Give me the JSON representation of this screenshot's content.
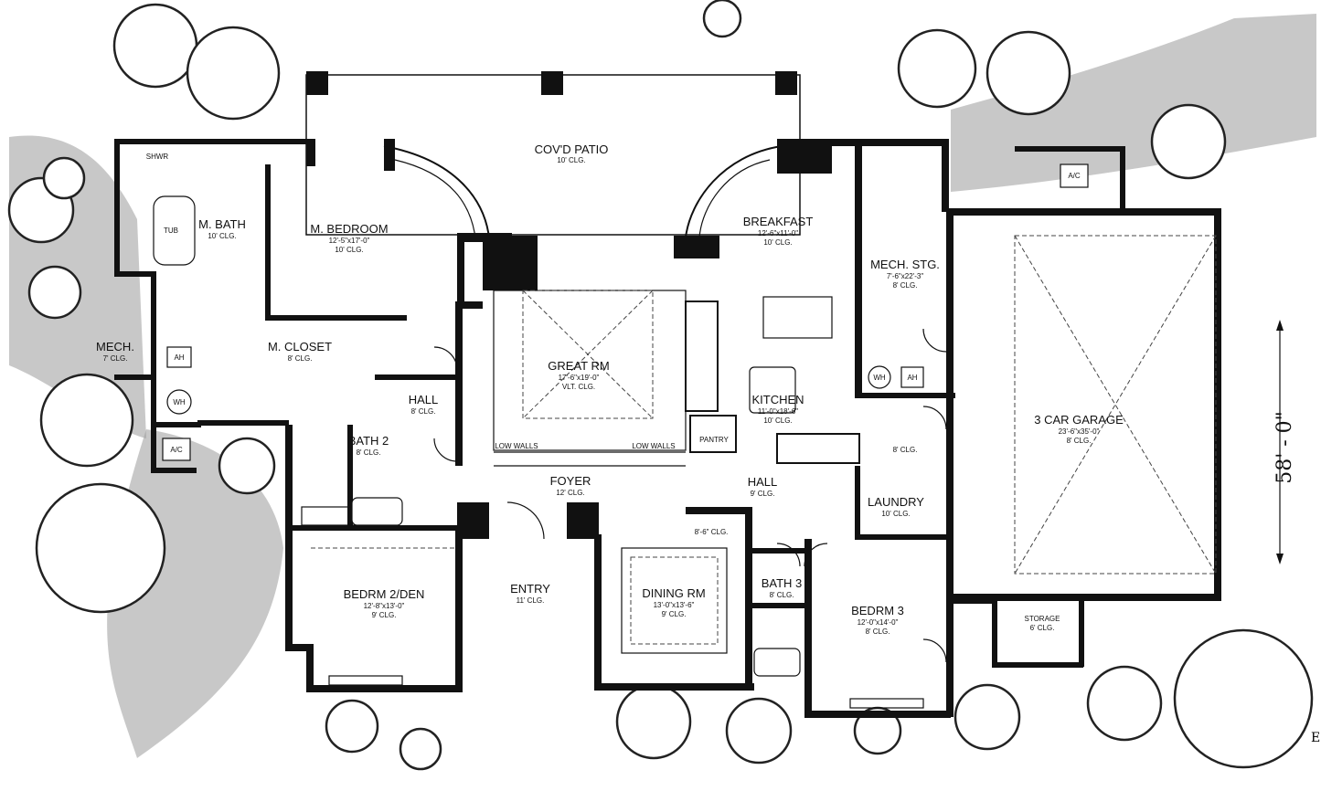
{
  "patio": {
    "name": "COV'D PATIO",
    "sub": "10' CLG."
  },
  "rooms": [
    {
      "id": "m-bedroom",
      "name": "M. BEDROOM",
      "dims": "12'-5\"x17'-0\"",
      "clg": "10' CLG."
    },
    {
      "id": "m-bath",
      "name": "M. BATH",
      "clg": "10' CLG."
    },
    {
      "id": "m-closet",
      "name": "M. CLOSET",
      "clg": "8' CLG."
    },
    {
      "id": "great-rm",
      "name": "GREAT RM",
      "dims": "17'-6\"x19'-0\"",
      "clg": "VLT. CLG."
    },
    {
      "id": "breakfast",
      "name": "BREAKFAST",
      "dims": "12'-6\"x11'-0\"",
      "clg": "10' CLG."
    },
    {
      "id": "kitchen",
      "name": "KITCHEN",
      "dims": "11'-0\"x18'-6\"",
      "clg": "10' CLG."
    },
    {
      "id": "mech-stg",
      "name": "MECH. STG.",
      "dims": "7'-6\"x22'-3\"",
      "clg": "8' CLG."
    },
    {
      "id": "garage",
      "name": "3 CAR GARAGE",
      "dims": "23'-6\"x35'-0\"",
      "clg": "8' CLG."
    },
    {
      "id": "hall-1",
      "name": "HALL",
      "clg": "8' CLG."
    },
    {
      "id": "bath-2",
      "name": "BATH 2",
      "clg": "8' CLG."
    },
    {
      "id": "foyer",
      "name": "FOYER",
      "clg": "12' CLG."
    },
    {
      "id": "hall-2",
      "name": "HALL",
      "clg": "9' CLG."
    },
    {
      "id": "laundry",
      "name": "LAUNDRY",
      "clg": "10' CLG."
    },
    {
      "id": "bedrm-2",
      "name": "BEDRM 2/DEN",
      "dims": "12'-8\"x13'-0\"",
      "clg": "9' CLG."
    },
    {
      "id": "entry",
      "name": "ENTRY",
      "clg": "11' CLG."
    },
    {
      "id": "dining",
      "name": "DINING RM",
      "dims": "13'-0\"x13'-6\"",
      "clg": "9' CLG."
    },
    {
      "id": "bath-3",
      "name": "BATH 3",
      "clg": "8' CLG."
    },
    {
      "id": "bedrm-3",
      "name": "BEDRM 3",
      "dims": "12'-0\"x14'-0\"",
      "clg": "8' CLG."
    },
    {
      "id": "mech",
      "name": "MECH.",
      "clg": "7' CLG."
    },
    {
      "id": "storage",
      "name": "STORAGE",
      "clg": "6' CLG."
    }
  ],
  "fixtures": {
    "shwr": "SHWR",
    "tub": "TUB",
    "ah": "AH",
    "wh": "WH",
    "ac": "A/C",
    "pantry": "PANTRY",
    "low_walls": "LOW WALLS",
    "clg_8": "8' CLG.",
    "clg_8_6": "8'-6\" CLG."
  },
  "dimension": "58' - 0\"",
  "edge_mark": "E"
}
